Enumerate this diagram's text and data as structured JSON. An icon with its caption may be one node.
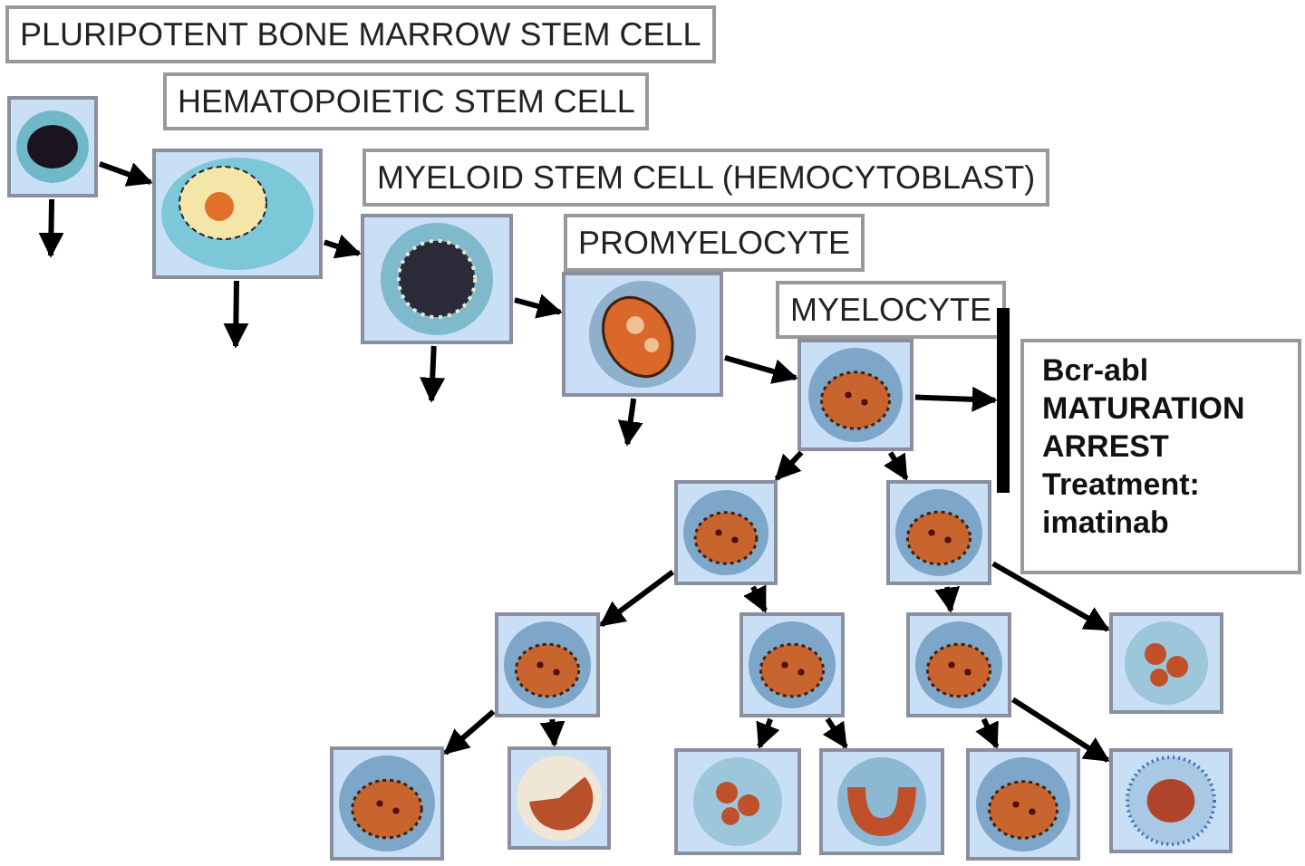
{
  "diagram": {
    "nodes": [
      {
        "text": [
          "PLURIPOTENT BONE MARROW STEM CELL"
        ]
      },
      {
        "text": [],
        "shape": "picture"
      },
      {
        "text": [
          "HEMATOPOIETIC STEM CELL"
        ]
      },
      {
        "text": [],
        "shape": "picture"
      },
      {
        "text": [
          "MYELOID STEM CELL (HEMOCYTOBLAST)"
        ]
      },
      {
        "text": [],
        "shape": "picture"
      },
      {
        "text": [
          "PROMYELOCYTE"
        ]
      },
      {
        "text": [],
        "shape": "picture"
      },
      {
        "text": [
          "MYELOCYTE"
        ]
      },
      {
        "text": [],
        "shape": "picture"
      },
      {
        "text": [],
        "shape": "bar"
      },
      {
        "text": [
          "Bcr-abl MATURATION ARREST",
          "Treatment: imatinab"
        ]
      },
      {
        "text": [],
        "shape": "picture"
      },
      {
        "text": [],
        "shape": "picture"
      },
      {
        "text": [],
        "shape": "picture"
      },
      {
        "text": [],
        "shape": "picture"
      },
      {
        "text": [],
        "shape": "picture"
      },
      {
        "text": [],
        "shape": "picture"
      },
      {
        "text": [],
        "shape": "picture"
      },
      {
        "text": [],
        "shape": "picture"
      },
      {
        "text": [],
        "shape": "picture"
      },
      {
        "text": [],
        "shape": "picture"
      },
      {
        "text": [],
        "shape": "picture"
      },
      {
        "text": [],
        "shape": "picture"
      }
    ],
    "edges": [
      {
        "from": 1,
        "to": 3,
        "arrow": "to"
      },
      {
        "from": 1,
        "to": null,
        "arrow": "to"
      },
      {
        "from": 3,
        "to": 5,
        "arrow": "to"
      },
      {
        "from": 3,
        "to": null,
        "arrow": "to"
      },
      {
        "from": 5,
        "to": 7,
        "arrow": "to"
      },
      {
        "from": 5,
        "to": null,
        "arrow": "to"
      },
      {
        "from": 7,
        "to": 9,
        "arrow": "to"
      },
      {
        "from": 7,
        "to": null,
        "arrow": "to"
      },
      {
        "from": 9,
        "to": 12,
        "arrow": "to"
      },
      {
        "from": 9,
        "to": 13,
        "arrow": "to"
      },
      {
        "from": 9,
        "to": 10,
        "arrow": "to"
      },
      {
        "from": 12,
        "to": 14,
        "arrow": "to"
      },
      {
        "from": 12,
        "to": 15,
        "arrow": "to"
      },
      {
        "from": 13,
        "to": 16,
        "arrow": "to"
      },
      {
        "from": 13,
        "to": 17,
        "arrow": "to"
      },
      {
        "from": 14,
        "to": 18,
        "arrow": "to"
      },
      {
        "from": 14,
        "to": 19,
        "arrow": "to"
      },
      {
        "from": 15,
        "to": 20,
        "arrow": "to"
      },
      {
        "from": 15,
        "to": 21,
        "arrow": "to"
      },
      {
        "from": 16,
        "to": 22,
        "arrow": "to"
      },
      {
        "from": 16,
        "to": 23,
        "arrow": "to"
      }
    ]
  }
}
